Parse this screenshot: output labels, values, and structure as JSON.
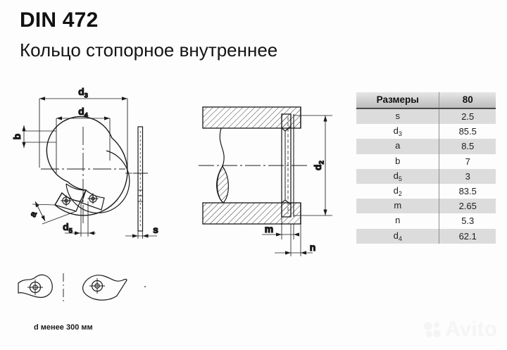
{
  "header": {
    "standard": "DIN 472",
    "description": "Кольцо стопорное внутреннее"
  },
  "table": {
    "columns": [
      "Размеры",
      "80"
    ],
    "rows": [
      {
        "name": "s",
        "sub": "",
        "value": "2.5"
      },
      {
        "name": "d",
        "sub": "3",
        "value": "85.5"
      },
      {
        "name": "a",
        "sub": "",
        "value": "8.5"
      },
      {
        "name": "b",
        "sub": "",
        "value": "7"
      },
      {
        "name": "d",
        "sub": "5",
        "value": "3"
      },
      {
        "name": "d",
        "sub": "2",
        "value": "83.5"
      },
      {
        "name": "m",
        "sub": "",
        "value": "2.65"
      },
      {
        "name": "n",
        "sub": "",
        "value": "5.3"
      },
      {
        "name": "d",
        "sub": "4",
        "value": "62.1"
      }
    ]
  },
  "drawing_front": {
    "dim_d3": "d",
    "dim_d3_sub": "3",
    "dim_d4": "d",
    "dim_d4_sub": "4",
    "dim_d5": "d",
    "dim_d5_sub": "5",
    "dim_b": "b",
    "dim_a": "a",
    "dim_s": "s"
  },
  "drawing_section": {
    "dim_d2": "d",
    "dim_d2_sub": "2",
    "dim_m": "m",
    "dim_n": "n"
  },
  "caption": "d менее 300 мм",
  "watermark": {
    "text": "Avito"
  },
  "colors": {
    "background": "#fdfdfd",
    "line": "#1a1a1a",
    "table_header_top": "#e6e6e6",
    "table_header_bottom": "#bdbdbd",
    "table_row_odd": "#dcdcdc",
    "table_row_even": "#fdfdfd",
    "table_divider": "#8d8d8d"
  }
}
